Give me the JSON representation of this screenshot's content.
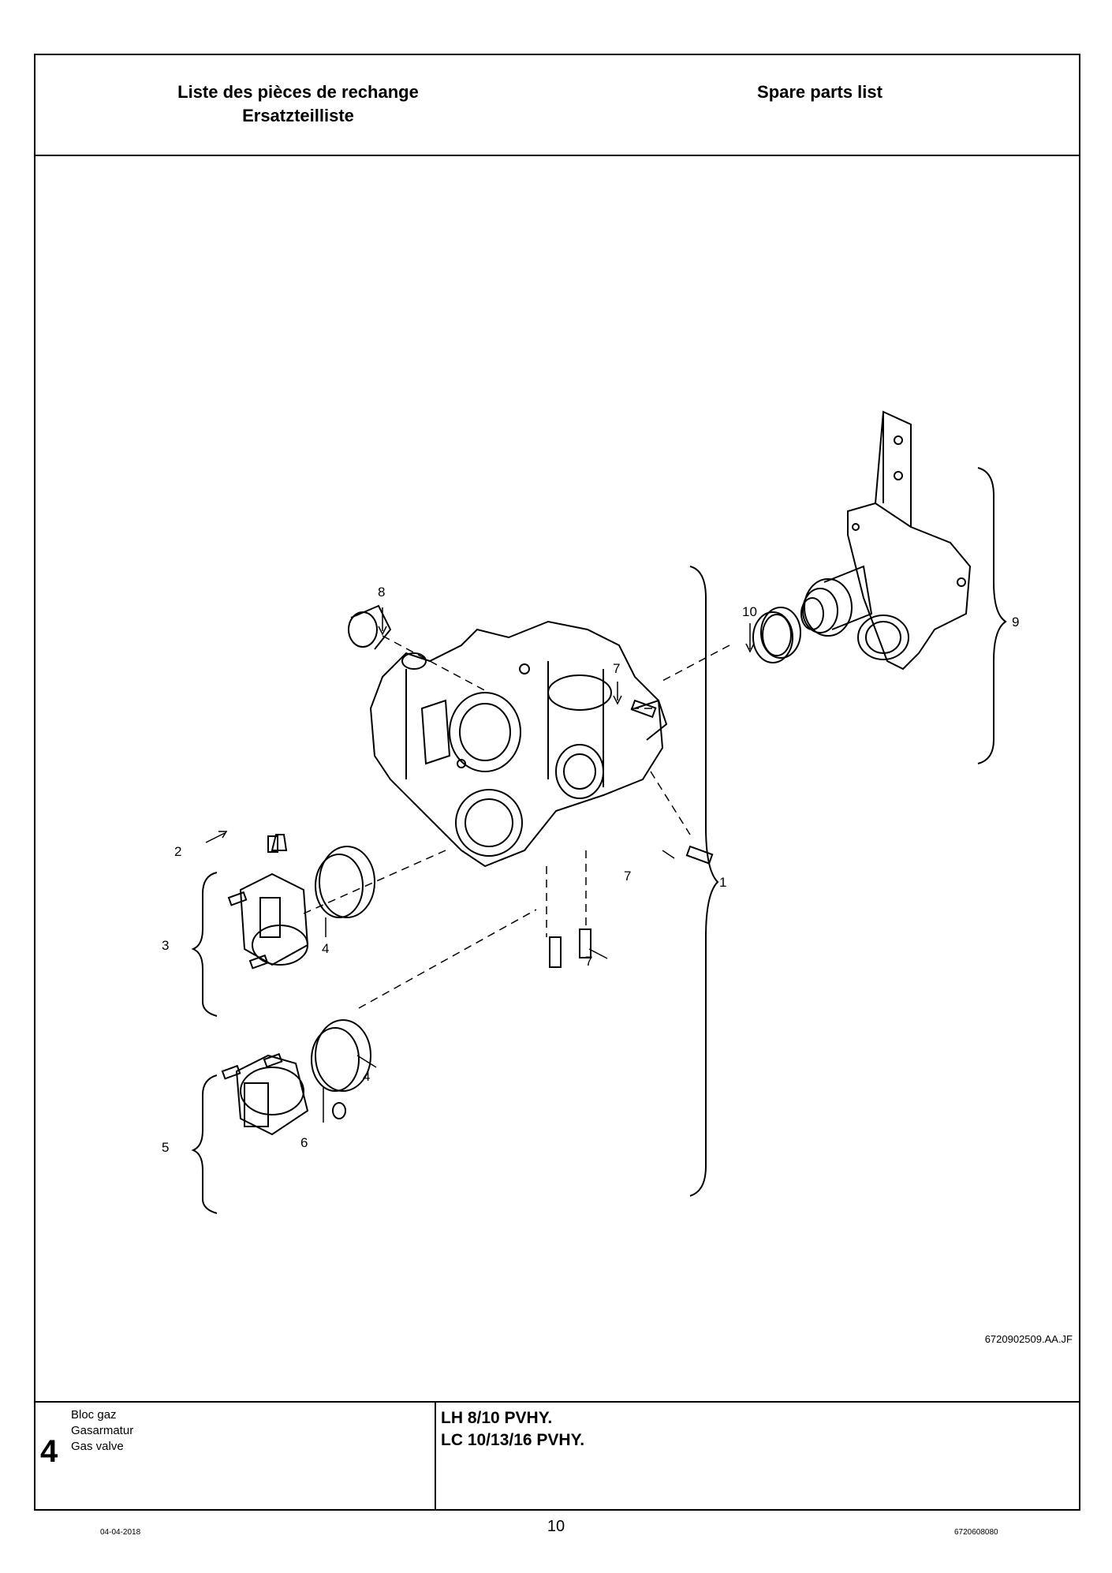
{
  "header": {
    "left_line1": "Liste des pièces de rechange",
    "left_line2": "Ersatzteilliste",
    "right": "Spare parts list"
  },
  "drawing": {
    "ref": "6720902509.AA.JF",
    "callouts": [
      "8",
      "7",
      "10",
      "9",
      "2",
      "3",
      "4",
      "7",
      "1",
      "7",
      "5",
      "4",
      "6"
    ]
  },
  "footer": {
    "section_number": "4",
    "desc_fr": "Bloc gaz",
    "desc_de": "Gasarmatur",
    "desc_en": "Gas valve",
    "model1": "LH 8/10 PVHY.",
    "model2": "LC 10/13/16 PVHY."
  },
  "page": {
    "date": "04-04-2018",
    "number": "10",
    "doc_number": "6720608080"
  }
}
